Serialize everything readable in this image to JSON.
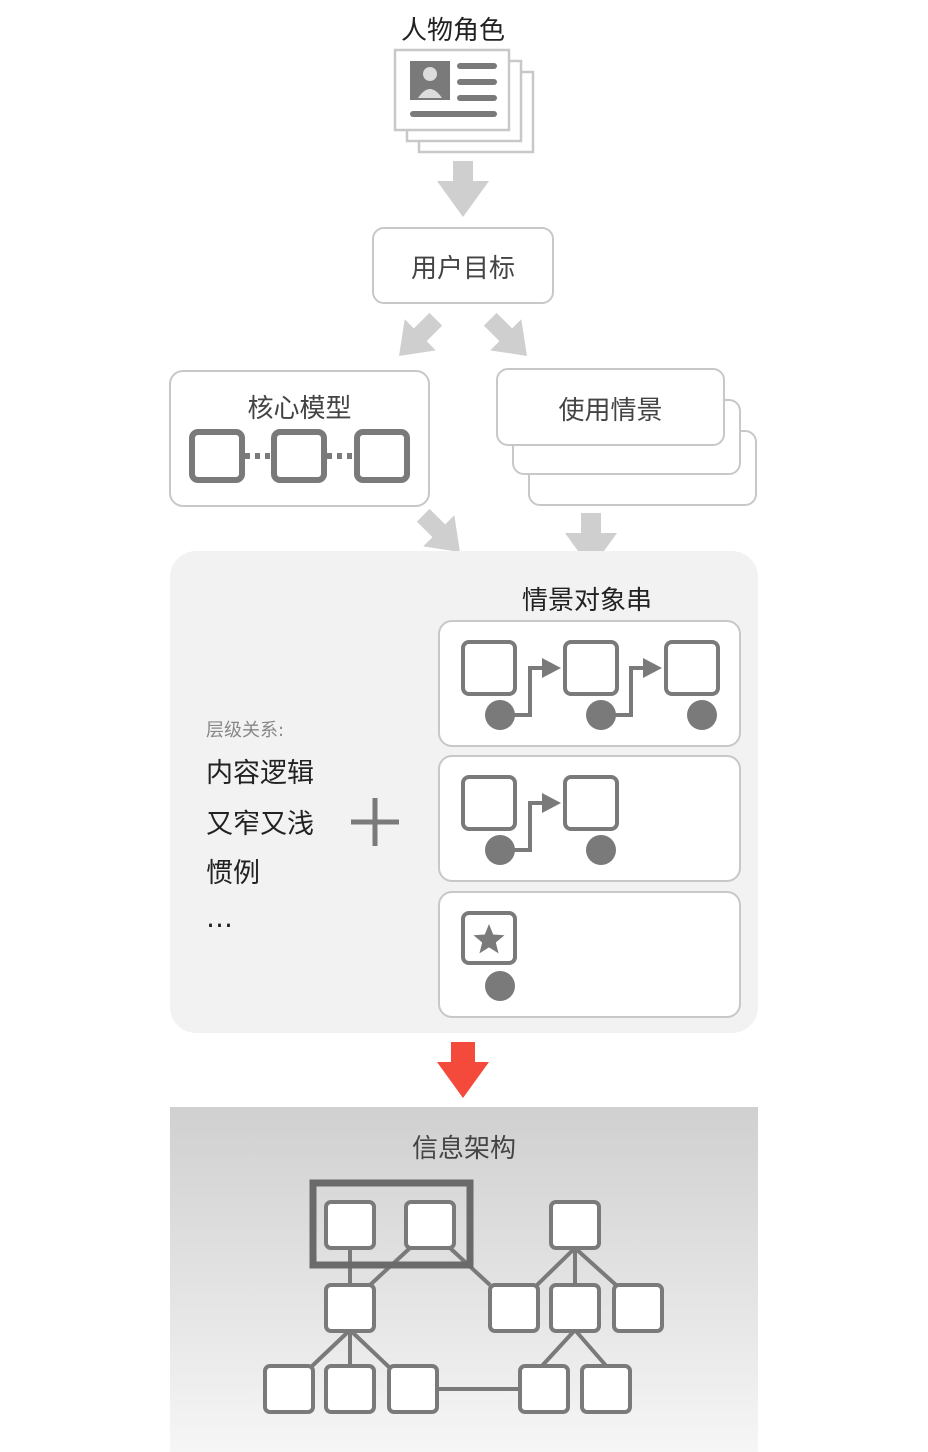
{
  "persona": {
    "title": "人物角色"
  },
  "user_goals": {
    "label": "用户目标"
  },
  "core_model": {
    "label": "核心模型"
  },
  "usage_scenarios": {
    "label": "使用情景"
  },
  "scenario_object_chain": {
    "title": "情景对象串"
  },
  "hierarchy": {
    "heading": "层级关系:",
    "items": [
      "内容逻辑",
      "又窄又浅",
      "惯例",
      "…"
    ]
  },
  "information_architecture": {
    "title": "信息架构"
  },
  "colors": {
    "accent_arrow": "#f44a3c",
    "gray_arrow": "#cfcfcf",
    "node_stroke": "#7a7a7a"
  }
}
